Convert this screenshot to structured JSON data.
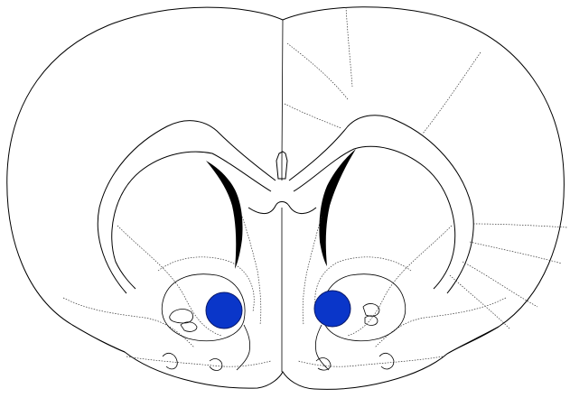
{
  "figure": {
    "type": "coronal brain section diagram",
    "background_color": "#ffffff",
    "line_color": "#000000",
    "markers": [
      {
        "name": "left-marker",
        "hemisphere": "left",
        "color": "#0a36c9"
      },
      {
        "name": "right-marker",
        "hemisphere": "right",
        "color": "#0a36c9"
      }
    ]
  }
}
